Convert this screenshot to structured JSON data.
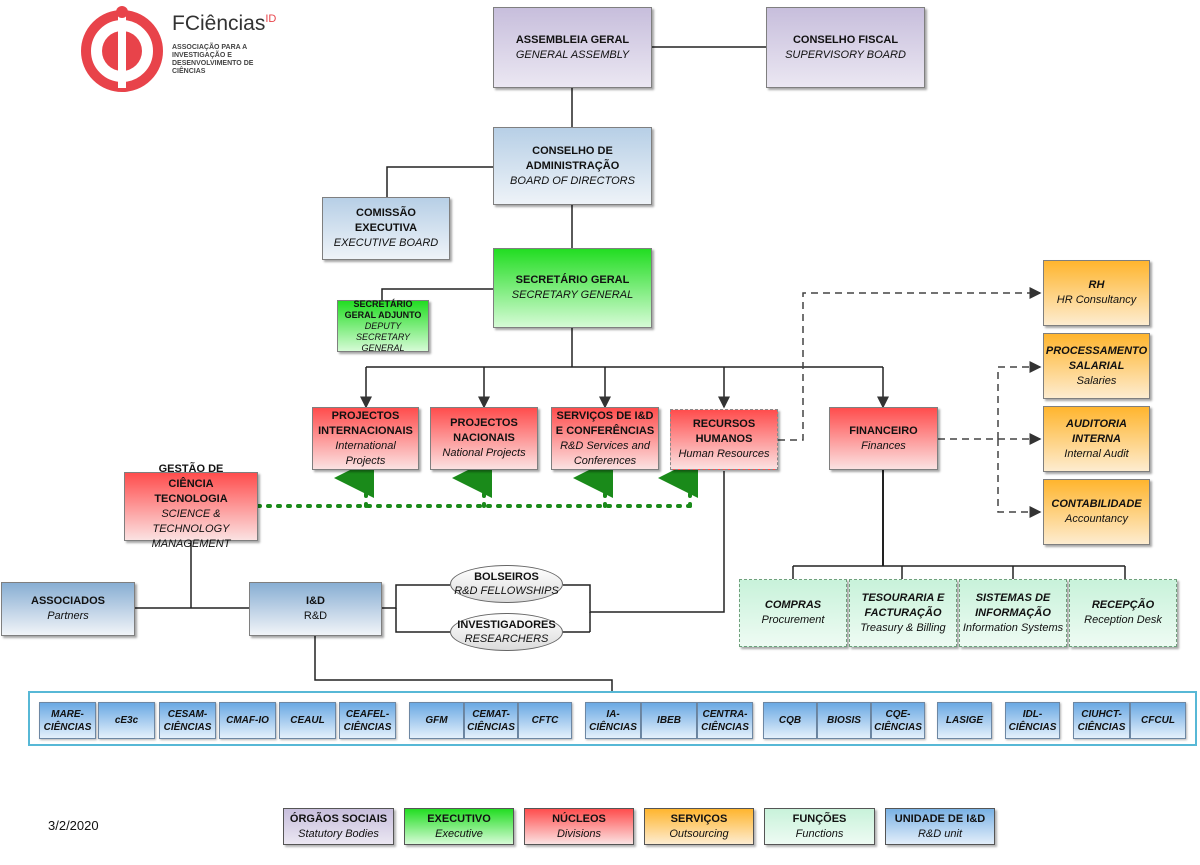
{
  "logo": {
    "name": "FCiências",
    "superscript": "ID",
    "tagline": "ASSOCIAÇÃO PARA A INVESTIGAÇÃO E DESENVOLVIMENTO DE CIÊNCIAS"
  },
  "date": "3/2/2020",
  "nodes": {
    "assembleia": {
      "title": "ASSEMBLEIA GERAL",
      "subtitle": "GENERAL ASSEMBLY"
    },
    "conselho_fiscal": {
      "title": "CONSELHO FISCAL",
      "subtitle": "SUPERVISORY BOARD"
    },
    "conselho_admin": {
      "title": "CONSELHO DE ADMINISTRAÇÃO",
      "subtitle": "BOARD OF DIRECTORS"
    },
    "comissao_exec": {
      "title": "COMISSÃO EXECUTIVA",
      "subtitle": "EXECUTIVE BOARD"
    },
    "secretario_geral": {
      "title": "SECRETÁRIO GERAL",
      "subtitle": "SECRETARY GENERAL"
    },
    "secretario_adjunto": {
      "title": "SECRETÁRIO GERAL ADJUNTO",
      "subtitle": "DEPUTY SECRETARY GENERAL"
    },
    "proj_int": {
      "title": "PROJECTOS INTERNACIONAIS",
      "subtitle": "International Projects"
    },
    "proj_nac": {
      "title": "PROJECTOS NACIONAIS",
      "subtitle": "National Projects"
    },
    "servicos_id": {
      "title": "SERVIÇOS DE I&D E CONFERÊNCIAS",
      "subtitle": "R&D Services and Conferences"
    },
    "recursos_humanos": {
      "title": "RECURSOS HUMANOS",
      "subtitle": "Human Resources"
    },
    "financeiro": {
      "title": "FINANCEIRO",
      "subtitle": "Finances"
    },
    "gestao_ciencia": {
      "title": "GESTÃO DE CIÊNCIA TECNOLOGIA",
      "subtitle": "SCIENCE & TECHNOLOGY MANAGEMENT"
    },
    "rh": {
      "title": "RH",
      "subtitle": "HR Consultancy"
    },
    "processamento": {
      "title": "PROCESSAMENTO SALARIAL",
      "subtitle": "Salaries"
    },
    "auditoria": {
      "title": "AUDITORIA INTERNA",
      "subtitle": "Internal Audit"
    },
    "contabilidade": {
      "title": "CONTABILIDADE",
      "subtitle": "Accountancy"
    },
    "associados": {
      "title": "ASSOCIADOS",
      "subtitle": "Partners"
    },
    "id": {
      "title": "I&D",
      "subtitle": "R&D"
    },
    "bolseiros": {
      "title": "BOLSEIROS",
      "subtitle": "R&D FELLOWSHIPS"
    },
    "investigadores": {
      "title": "INVESTIGADORES",
      "subtitle": "RESEARCHERS"
    },
    "compras": {
      "title": "COMPRAS",
      "subtitle": "Procurement"
    },
    "tesouraria": {
      "title": "TESOURARIA E FACTURAÇÃO",
      "subtitle": "Treasury & Billing"
    },
    "sistemas": {
      "title": "SISTEMAS DE INFORMAÇÃO",
      "subtitle": "Information Systems"
    },
    "recepcao": {
      "title": "RECEPÇÃO",
      "subtitle": "Reception Desk"
    }
  },
  "units": [
    "MARE-CIÊNCIAS",
    "cE3c",
    "CESAM-CIÊNCIAS",
    "CMAF-IO",
    "CEAUL",
    "CEAFEL-CIÊNCIAS",
    "GFM",
    "CEMAT-CIÊNCIAS",
    "CFTC",
    "IA-CIÊNCIAS",
    "IBEB",
    "CENTRA-CIÊNCIAS",
    "CQB",
    "BIOSIS",
    "CQE-CIÊNCIAS",
    "LASIGE",
    "IDL-CIÊNCIAS",
    "CIUHCT-CIÊNCIAS",
    "CFCUL"
  ],
  "legend": [
    {
      "title": "ÓRGÃOS SOCIAIS",
      "subtitle": "Statutory Bodies",
      "color": "#c7bedc"
    },
    {
      "title": "EXECUTIVO",
      "subtitle": "Executive",
      "color": "#22dd22"
    },
    {
      "title": "NÚCLEOS",
      "subtitle": "Divisions",
      "color": "#ff4d4d"
    },
    {
      "title": "SERVIÇOS",
      "subtitle": "Outsourcing",
      "color": "#ffb52e"
    },
    {
      "title": "FUNÇÕES",
      "subtitle": "Functions",
      "color": "#c8f2da"
    },
    {
      "title": "UNIDADE DE I&D",
      "subtitle": "R&D unit",
      "color": "#79b1e4"
    }
  ]
}
